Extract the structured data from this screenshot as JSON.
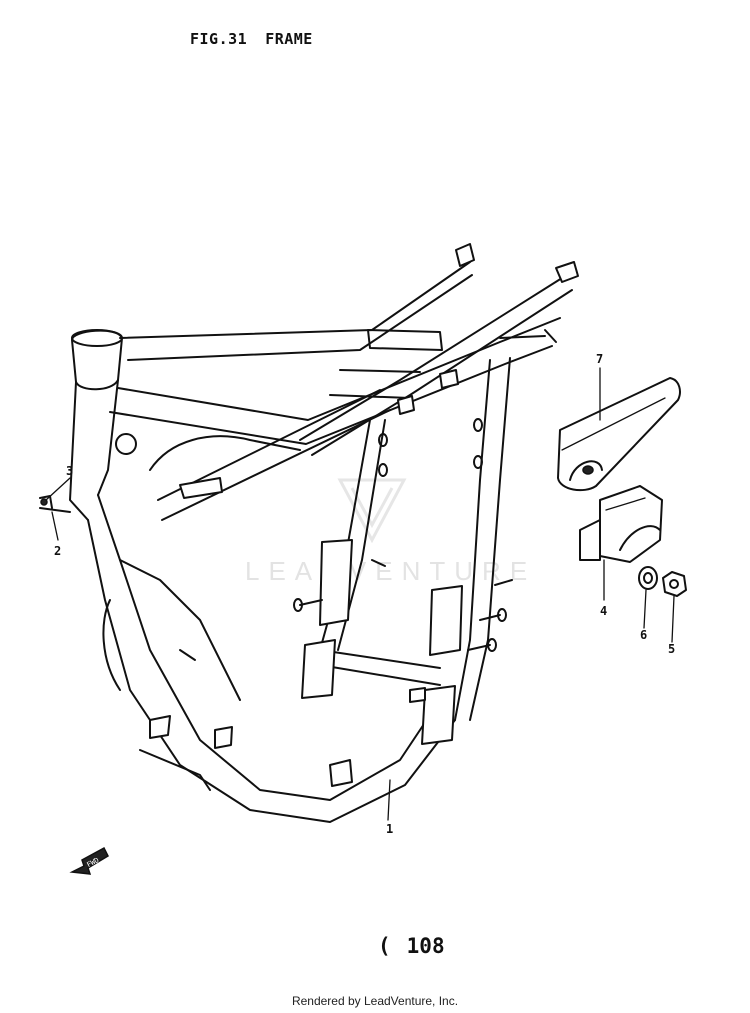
{
  "figure": {
    "number": "FIG.31",
    "title": "FRAME"
  },
  "watermark": "LEADVENTURE",
  "direction_marker": "FWD",
  "callouts": [
    {
      "id": "1",
      "label": "1"
    },
    {
      "id": "2",
      "label": "2"
    },
    {
      "id": "3",
      "label": "3"
    },
    {
      "id": "4",
      "label": "4"
    },
    {
      "id": "5",
      "label": "5"
    },
    {
      "id": "6",
      "label": "6"
    },
    {
      "id": "7",
      "label": "7"
    }
  ],
  "page": {
    "paren": "(",
    "number": "108"
  },
  "credit": "Rendered by LeadVenture, Inc."
}
